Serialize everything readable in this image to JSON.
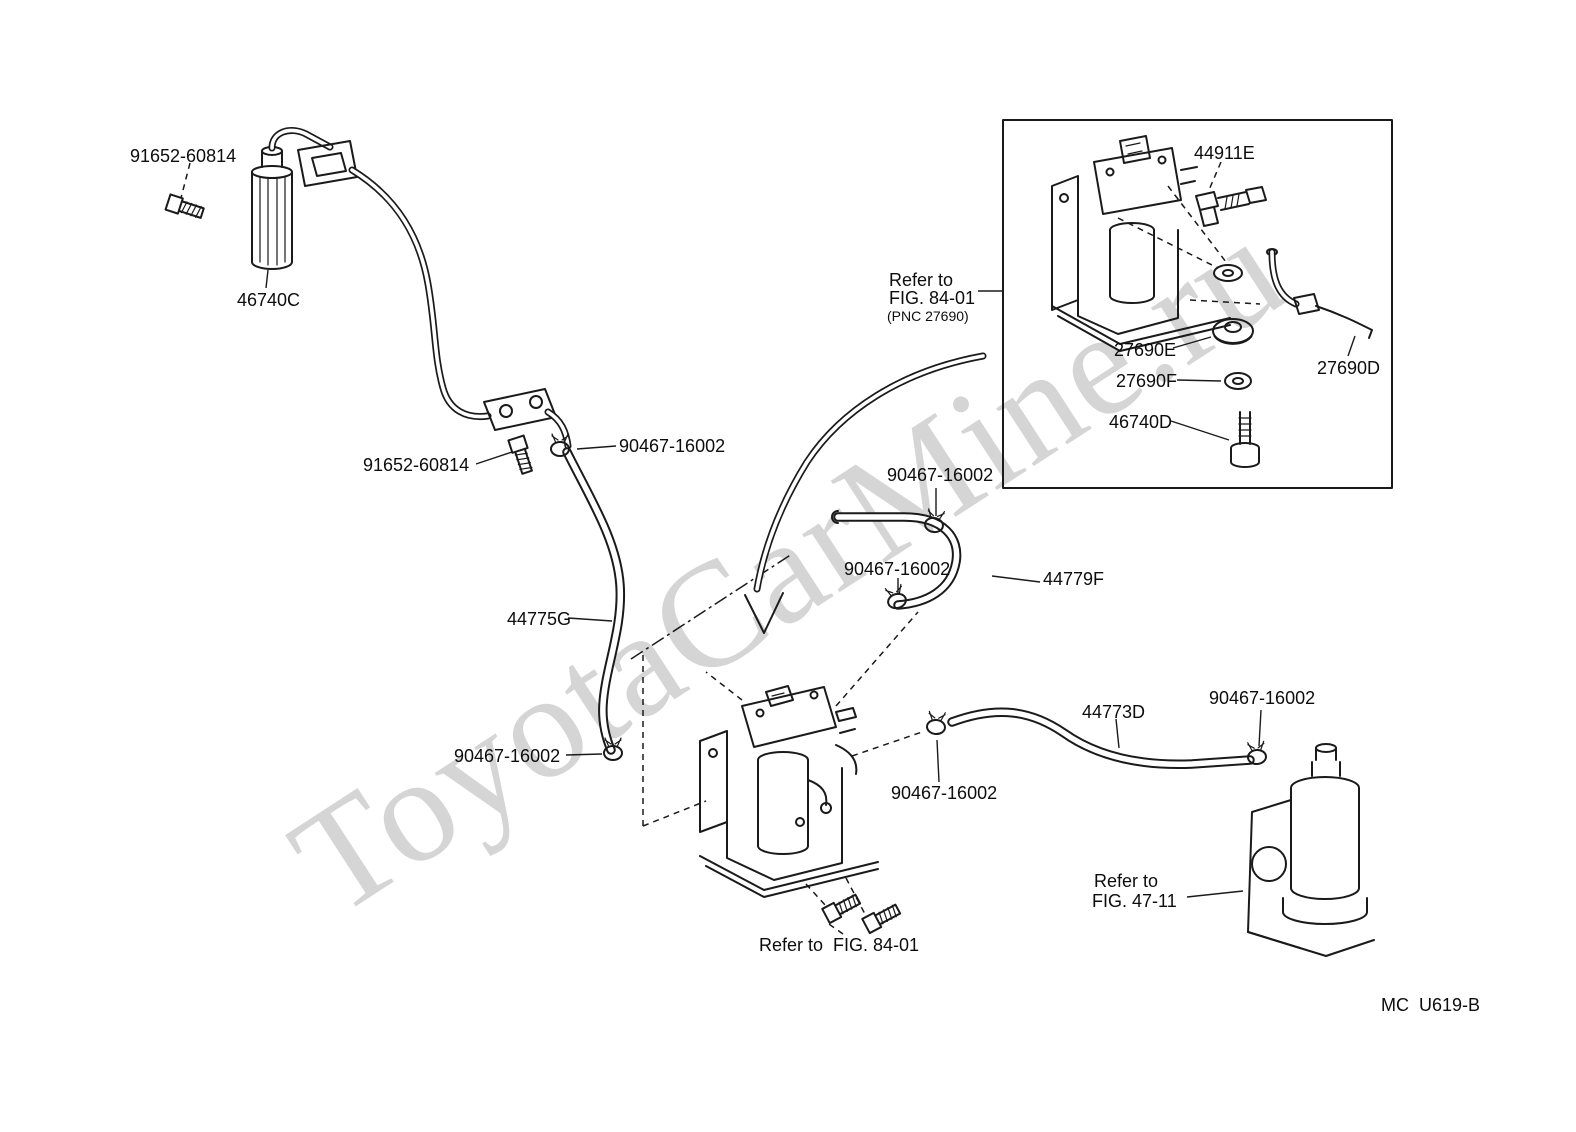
{
  "watermark": "ToyotaCarMine.ru",
  "footer": {
    "code": "MC  U619-B"
  },
  "colors": {
    "ink": "#1a1a1a",
    "watermark": "#d5d5d5",
    "background": "#ffffff"
  },
  "parts": {
    "bolt_a": "91652-60814",
    "filter": "46740C",
    "bolt_b": "91652-60814",
    "clamp_a": "90467-16002",
    "hose_g": "44775G",
    "clamp_b": "90467-16002",
    "clamp_c": "90467-16002",
    "clamp_d": "90467-16002",
    "hose_f": "44779F",
    "hose_d": "44773D",
    "clamp_e": "90467-16002",
    "clamp_f": "90467-16002",
    "union": "44911E",
    "grommet": "27690E",
    "washer": "27690F",
    "pipe": "27690D",
    "bolt_c": "46740D"
  },
  "references": {
    "fig8401_inset": {
      "line1": "Refer to",
      "line2": "FIG. 84-01",
      "line3": "(PNC 27690)"
    },
    "fig8401_bottom": "Refer to  FIG. 84-01",
    "fig4711": {
      "line1": "Refer to",
      "line2": "FIG. 47-11"
    }
  }
}
